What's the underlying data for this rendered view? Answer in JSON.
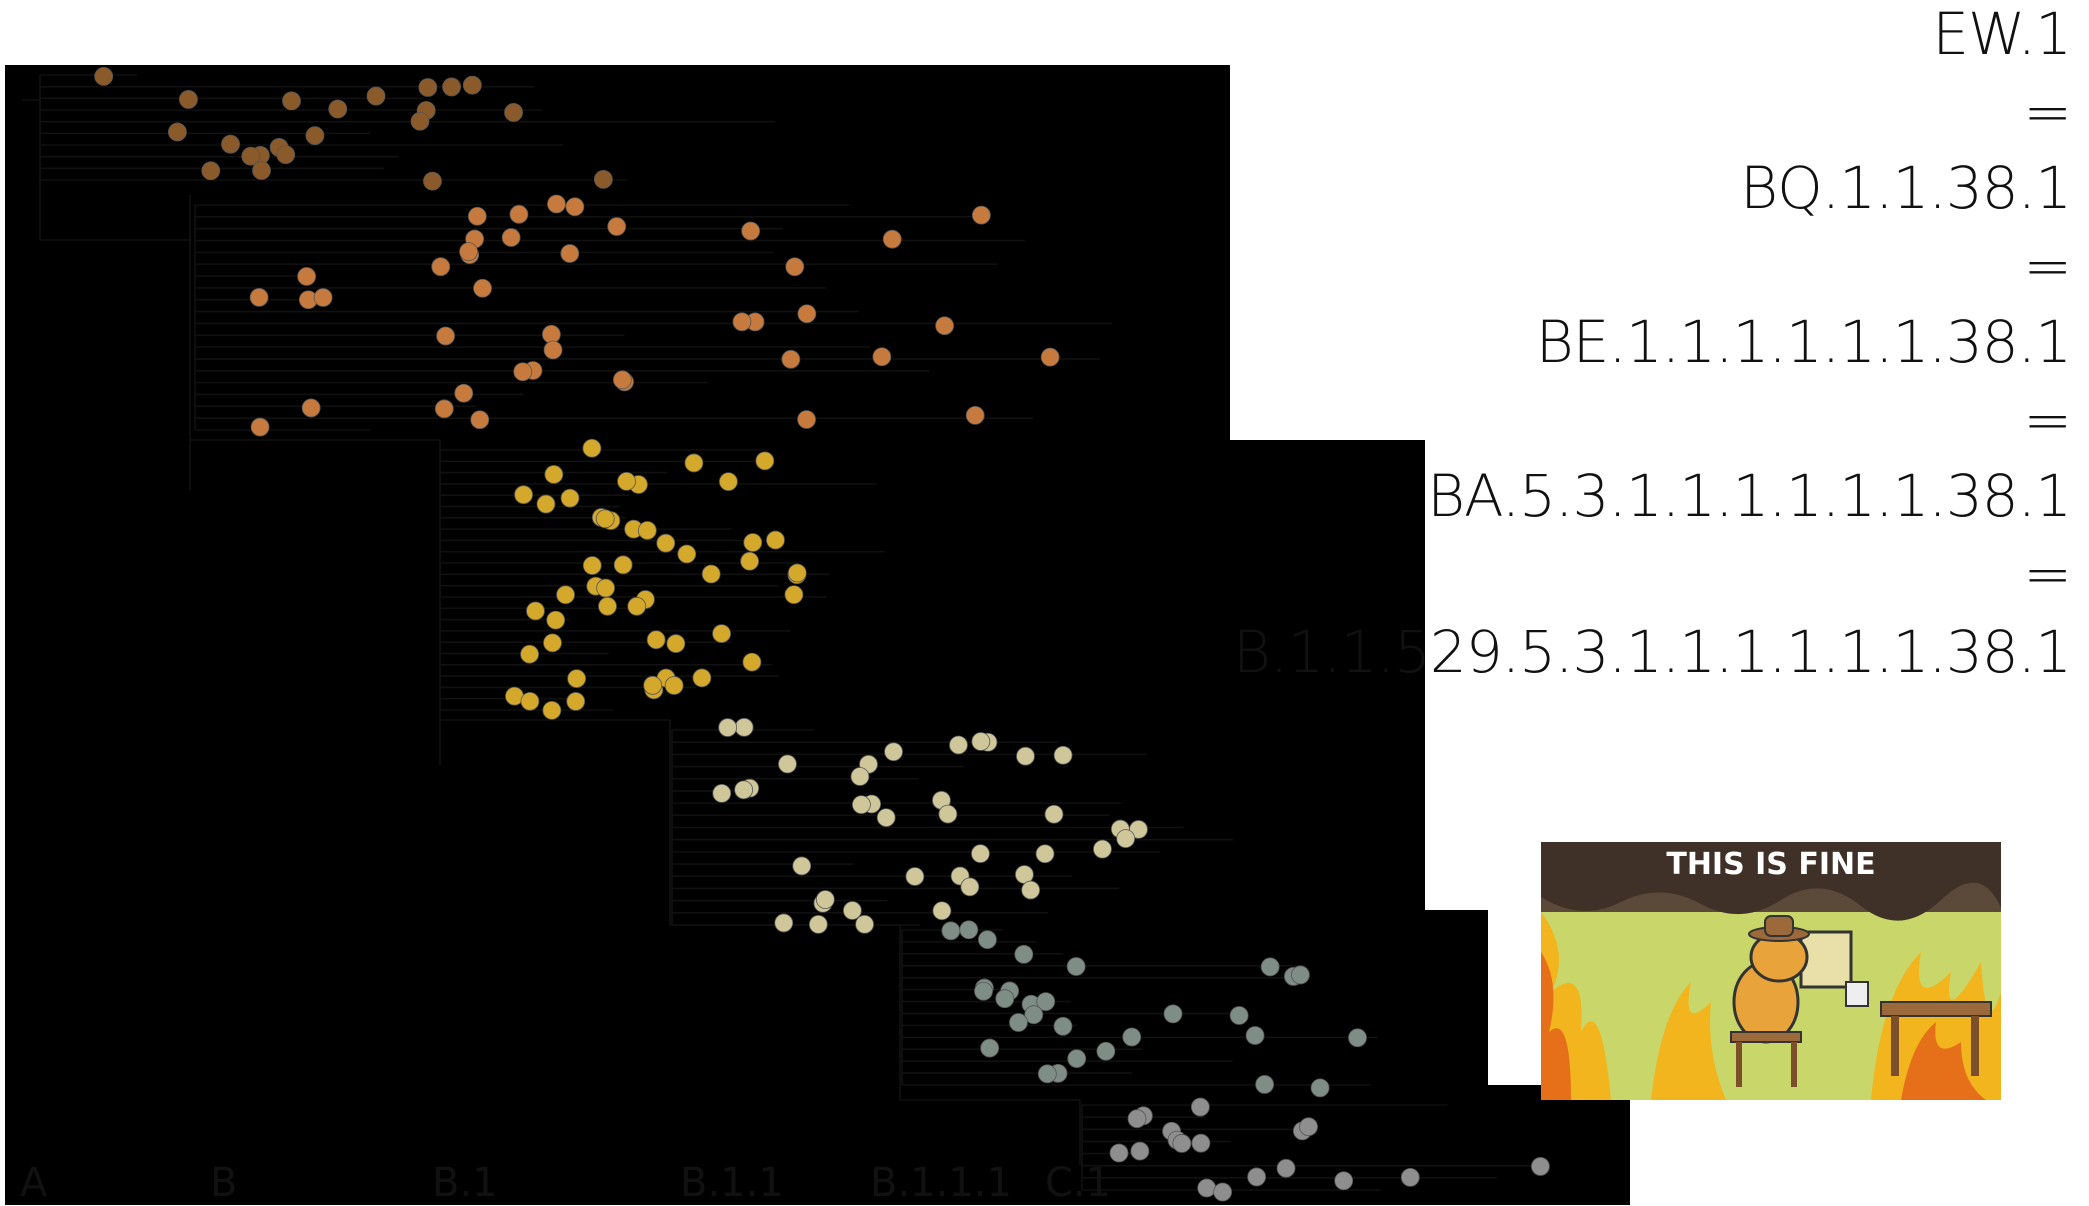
{
  "lineage_chain": [
    "EW.1",
    "=",
    "BQ.1.1.38.1",
    "=",
    "BE.1.1.1.1.1.1.38.1",
    "=",
    "BA.5.3.1.1.1.1.1.1.38.1",
    "=",
    "B.1.1.529.5.3.1.1.1.1.1.1.38.1"
  ],
  "clades": [
    {
      "label": "A",
      "color": "#8B5A2B"
    },
    {
      "label": "B",
      "color": "#C77A3E"
    },
    {
      "label": "B.1",
      "color": "#D4A82B"
    },
    {
      "label": "B.1.1",
      "color": "#CFC79A"
    },
    {
      "label": "B.1.1.1",
      "color": "#7E8E87"
    },
    {
      "label": "C.1",
      "color": "#8E8E8E"
    }
  ],
  "meme": {
    "caption": "THIS IS FINE"
  }
}
